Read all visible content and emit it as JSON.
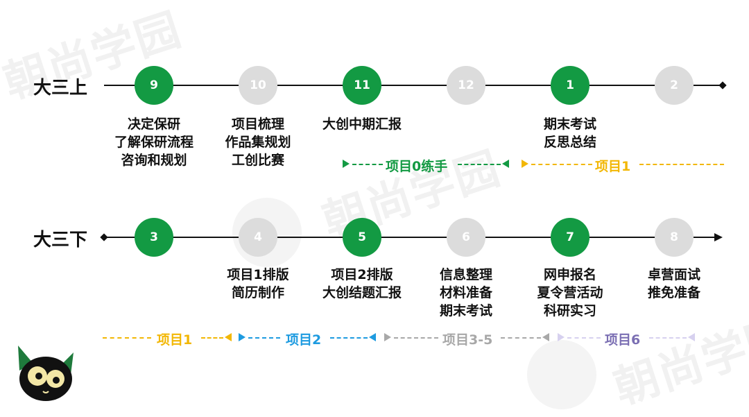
{
  "watermark": "朝尚学园",
  "rows": [
    {
      "label": "大三上",
      "nodes": [
        {
          "num": "9",
          "active": true
        },
        {
          "num": "10",
          "active": false
        },
        {
          "num": "11",
          "active": true
        },
        {
          "num": "12",
          "active": false
        },
        {
          "num": "1",
          "active": true
        },
        {
          "num": "2",
          "active": false
        }
      ],
      "notes": [
        [
          "决定保研",
          "了解保研流程",
          "咨询和规划"
        ],
        [
          "项目梳理",
          "作品集规划",
          "工创比赛"
        ],
        [
          "大创中期汇报"
        ],
        [],
        [
          "期末考试",
          "反思总结"
        ],
        []
      ],
      "spans": [
        {
          "label": "项目0练手",
          "color": "#139a43"
        },
        {
          "label": "项目1",
          "color": "#f2b705"
        }
      ]
    },
    {
      "label": "大三下",
      "nodes": [
        {
          "num": "3",
          "active": true
        },
        {
          "num": "4",
          "active": false
        },
        {
          "num": "5",
          "active": true
        },
        {
          "num": "6",
          "active": false
        },
        {
          "num": "7",
          "active": true
        },
        {
          "num": "8",
          "active": false
        }
      ],
      "notes": [
        [],
        [
          "项目1排版",
          "简历制作"
        ],
        [
          "项目2排版",
          "大创结题汇报"
        ],
        [
          "信息整理",
          "材料准备",
          "期末考试"
        ],
        [
          "网申报名",
          "夏令营活动",
          "科研实习"
        ],
        [
          "卓营面试",
          "推免准备"
        ]
      ],
      "spans": [
        {
          "label": "项目1",
          "color": "#f2b705"
        },
        {
          "label": "项目2",
          "color": "#1e9be0"
        },
        {
          "label": "项目3-5",
          "color": "#a8a8a8"
        },
        {
          "label": "项目6",
          "color": "#7b6fb3"
        }
      ]
    }
  ]
}
